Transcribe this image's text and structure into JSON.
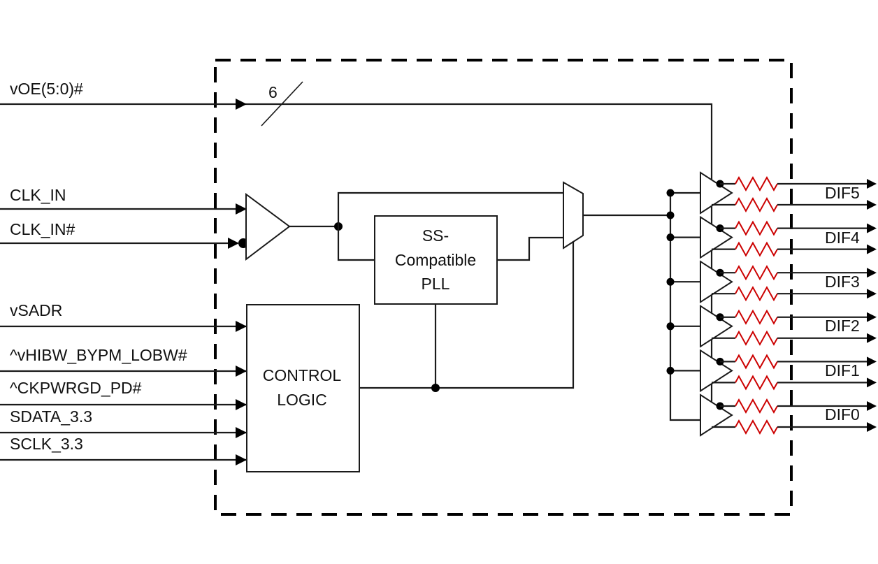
{
  "diagram": {
    "title": "Clock buffer block diagram",
    "boundary": {
      "style": "dashed"
    },
    "bus": {
      "width_label": "6"
    },
    "inputs": [
      {
        "id": "voe",
        "label": "vOE(5:0)#"
      },
      {
        "id": "clk_in",
        "label": "CLK_IN"
      },
      {
        "id": "clk_in_n",
        "label": "CLK_IN#"
      },
      {
        "id": "vsadr",
        "label": "vSADR"
      },
      {
        "id": "hibw",
        "label": "^vHIBW_BYPM_LOBW#"
      },
      {
        "id": "ckpwrgd",
        "label": "^CKPWRGD_PD#"
      },
      {
        "id": "sdata",
        "label": "SDATA_3.3"
      },
      {
        "id": "sclk",
        "label": "SCLK_3.3"
      }
    ],
    "blocks": {
      "pll": {
        "lines": [
          "SS-",
          "Compatible",
          "PLL"
        ]
      },
      "control": {
        "lines": [
          "CONTROL",
          "LOGIC"
        ]
      },
      "input_buffer": {
        "type": "differential-receiver"
      },
      "mux": {
        "type": "2-to-1 multiplexer"
      }
    },
    "outputs": [
      {
        "id": "dif5",
        "label": "DIF5"
      },
      {
        "id": "dif4",
        "label": "DIF4"
      },
      {
        "id": "dif3",
        "label": "DIF3"
      },
      {
        "id": "dif2",
        "label": "DIF2"
      },
      {
        "id": "dif1",
        "label": "DIF1"
      },
      {
        "id": "dif0",
        "label": "DIF0"
      }
    ],
    "colors": {
      "wire": "#1a1a1a",
      "resistor": "#cc0000",
      "boundary": "#000000"
    }
  }
}
